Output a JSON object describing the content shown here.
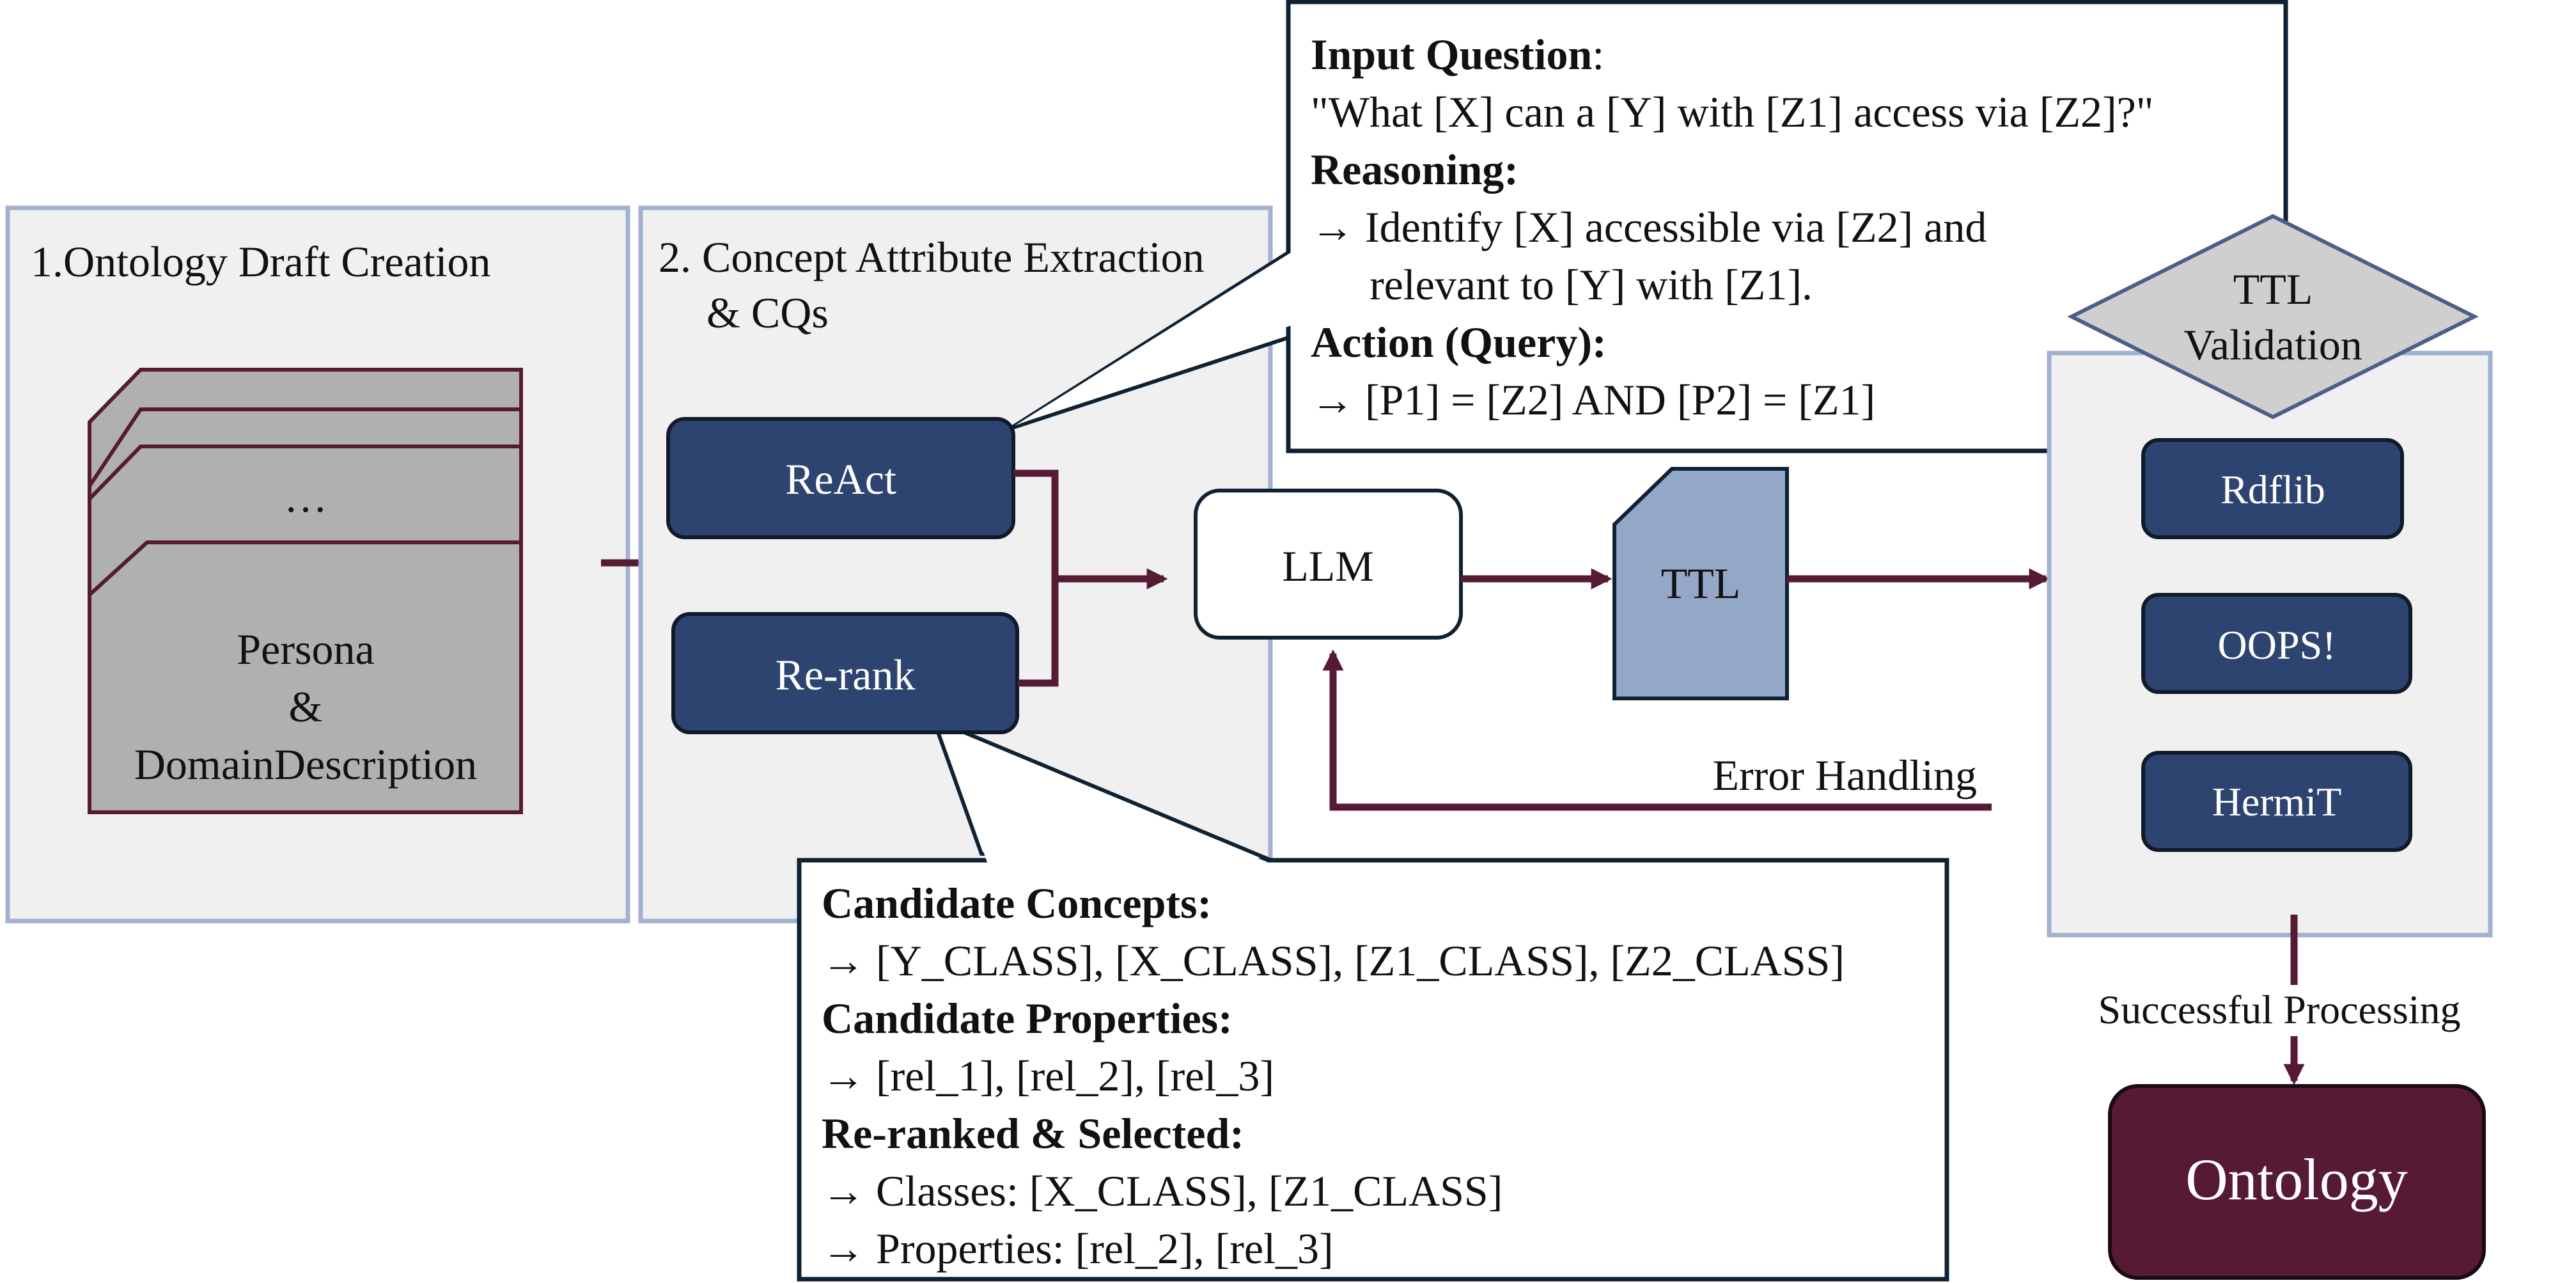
{
  "colors": {
    "navy": "#2e4470",
    "maroon": "#561a35",
    "panel": "#f0f0f0",
    "panel_border": "#a2b1cf",
    "ttl_fill": "#93a7c7",
    "gray_doc": "#b0b0b0",
    "diamond": "#cfcfcf"
  },
  "stage1": {
    "title": "1.Ontology Draft Creation",
    "doc_ellipsis": "…",
    "doc_line1": "Persona",
    "doc_line2": "&",
    "doc_line3": "DomainDescription"
  },
  "stage2": {
    "title_line1": "2. Concept Attribute Extraction",
    "title_line2": "& CQs",
    "react_label": "ReAct",
    "rerank_label": "Re-rank"
  },
  "llm_label": "LLM",
  "ttl_label": "TTL",
  "error_label": "Error Handling",
  "react_callout": {
    "input_heading": "Input Question",
    "input_colon": ":",
    "input_text": "\"What [X] can a [Y] with [Z1] access via [Z2]?\"",
    "reasoning_heading": "Reasoning:",
    "reasoning_line1": "→ Identify [X] accessible via [Z2] and",
    "reasoning_line2": "relevant to [Y] with [Z1].",
    "action_heading": "Action (Query):",
    "action_text": "→ [P1] = [Z2] AND [P2] = [Z1]"
  },
  "rerank_callout": {
    "concepts_heading": "Candidate Concepts:",
    "concepts_text": "→ [Y_CLASS], [X_CLASS], [Z1_CLASS], [Z2_CLASS]",
    "properties_heading": "Candidate Properties:",
    "properties_text": "→ [rel_1], [rel_2], [rel_3]",
    "selected_heading": "Re-ranked & Selected:",
    "selected_classes": "→ Classes: [X_CLASS], [Z1_CLASS]",
    "selected_properties": "→ Properties: [rel_2], [rel_3]"
  },
  "validation": {
    "diamond_line1": "TTL",
    "diamond_line2": "Validation",
    "tools": [
      "Rdflib",
      "OOPS!",
      "HermiT"
    ]
  },
  "success_label": "Successful Processing",
  "ontology_label": "Ontology"
}
